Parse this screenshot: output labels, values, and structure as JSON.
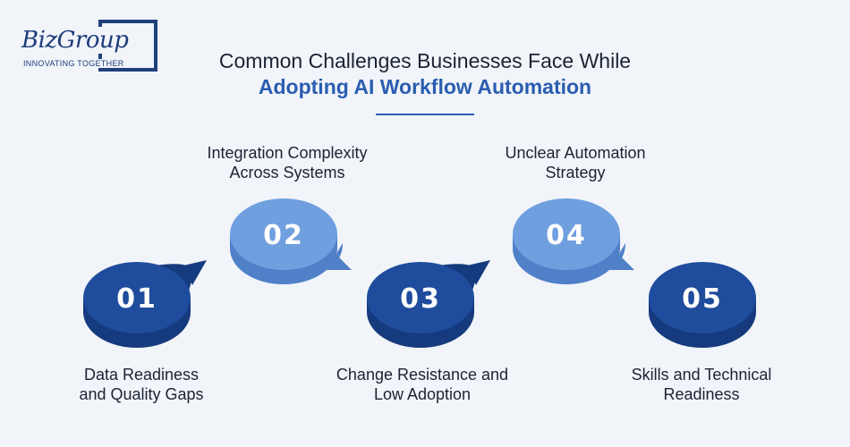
{
  "logo": {
    "name": "BizGroup",
    "tagline": "INNOVATING TOGETHER"
  },
  "title": {
    "line1": "Common Challenges Businesses Face While",
    "line2": "Adopting AI Workflow Automation"
  },
  "colors": {
    "dark_disc": "#1f4c9c",
    "dark_side": "#153a7d",
    "light_disc": "#6f9fdf",
    "light_side": "#4f80c8",
    "accent": "#2a5db0"
  },
  "steps": [
    {
      "number": "01",
      "line1": "Data Readiness",
      "line2": "and Quality Gaps"
    },
    {
      "number": "02",
      "line1": "Integration Complexity",
      "line2": "Across Systems"
    },
    {
      "number": "03",
      "line1": "Change Resistance and",
      "line2": "Low Adoption"
    },
    {
      "number": "04",
      "line1": "Unclear Automation",
      "line2": "Strategy"
    },
    {
      "number": "05",
      "line1": "Skills and Technical",
      "line2": "Readiness"
    }
  ]
}
